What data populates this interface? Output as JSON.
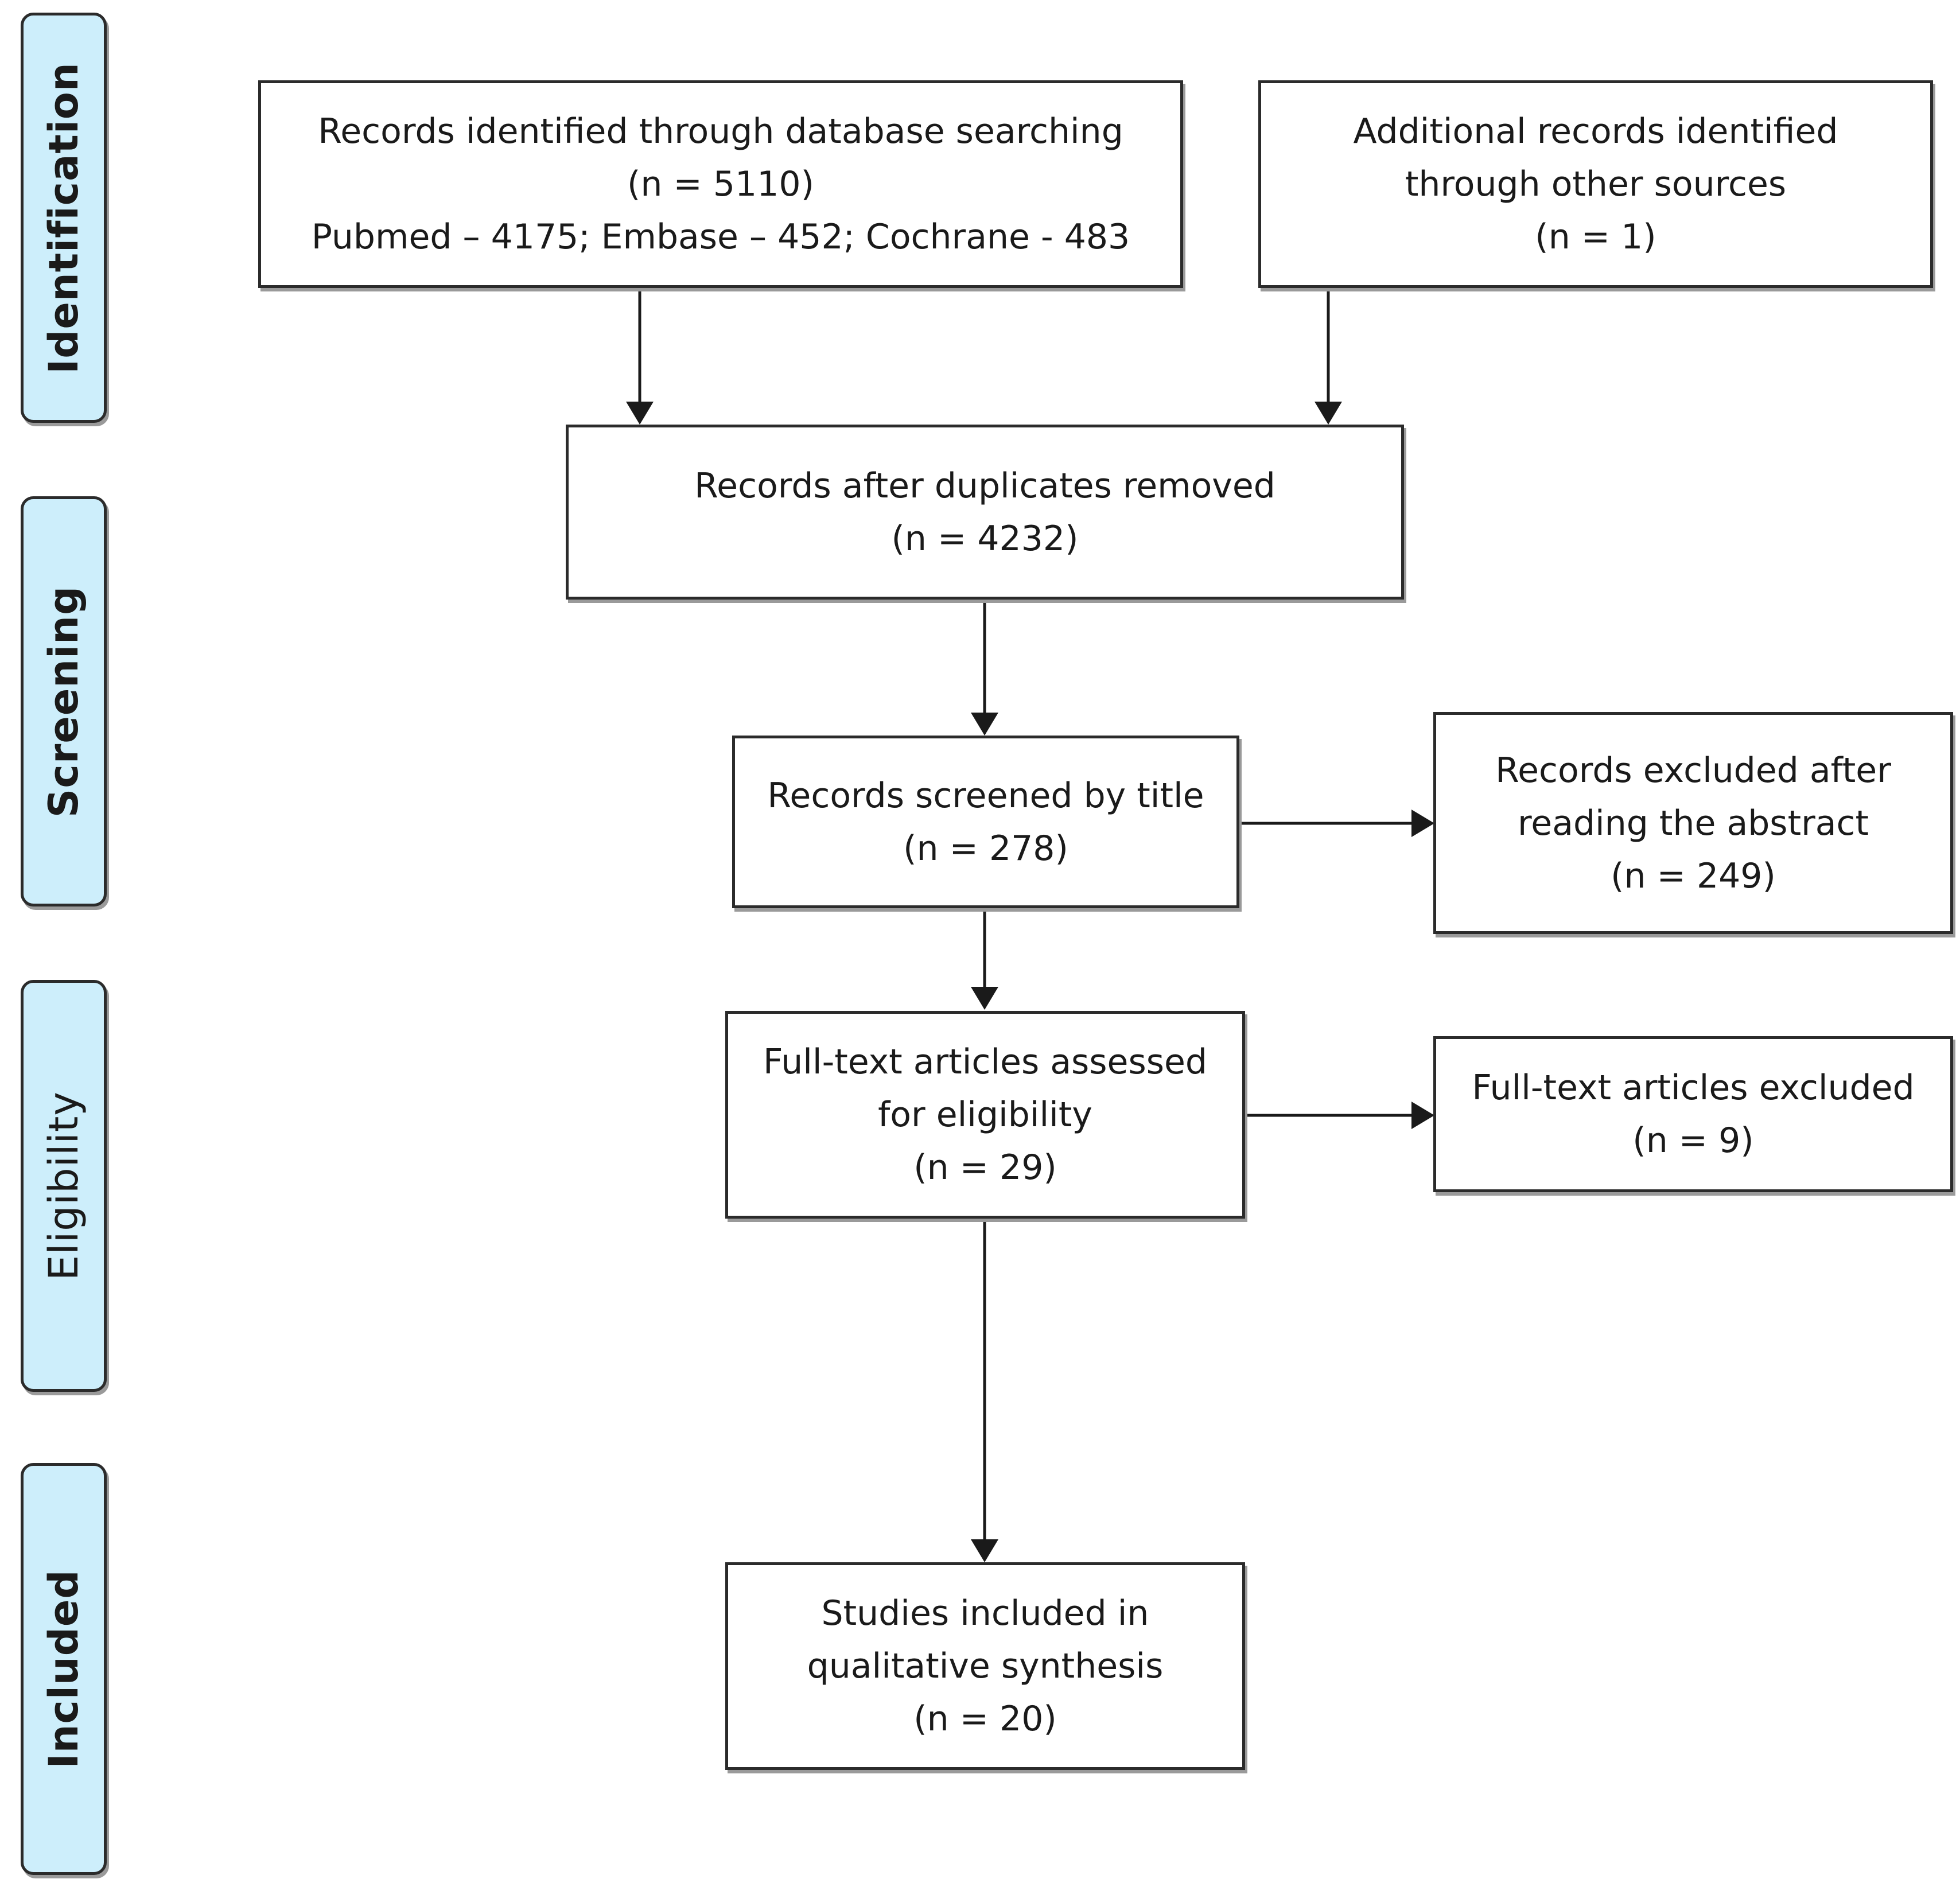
{
  "stages": {
    "identification": "Identification",
    "screening": "Screening",
    "eligibility": "Eligibility",
    "included": "Included"
  },
  "boxes": {
    "database_search": {
      "line1": "Records identified through database searching",
      "line2": "(n = 5110)",
      "line3": "Pubmed – 4175; Embase – 452; Cochrane - 483"
    },
    "other_sources": {
      "line1": "Additional records identified",
      "line2": "through other sources",
      "line3": "(n = 1)"
    },
    "duplicates_removed": {
      "line1": "Records after duplicates removed",
      "line2": "(n = 4232)"
    },
    "screened_title": {
      "line1": "Records screened by title",
      "line2": "(n = 278)"
    },
    "excluded_abstract": {
      "line1": "Records excluded after",
      "line2": "reading the abstract",
      "line3": "(n = 249)"
    },
    "fulltext_assessed": {
      "line1": "Full-text articles assessed",
      "line2": "for eligibility",
      "line3": "(n = 29)"
    },
    "fulltext_excluded": {
      "line1": "Full-text articles excluded",
      "line2": "(n = 9)"
    },
    "included_studies": {
      "line1": "Studies included in",
      "line2": "qualitative synthesis",
      "line3": "(n = 20)"
    }
  }
}
